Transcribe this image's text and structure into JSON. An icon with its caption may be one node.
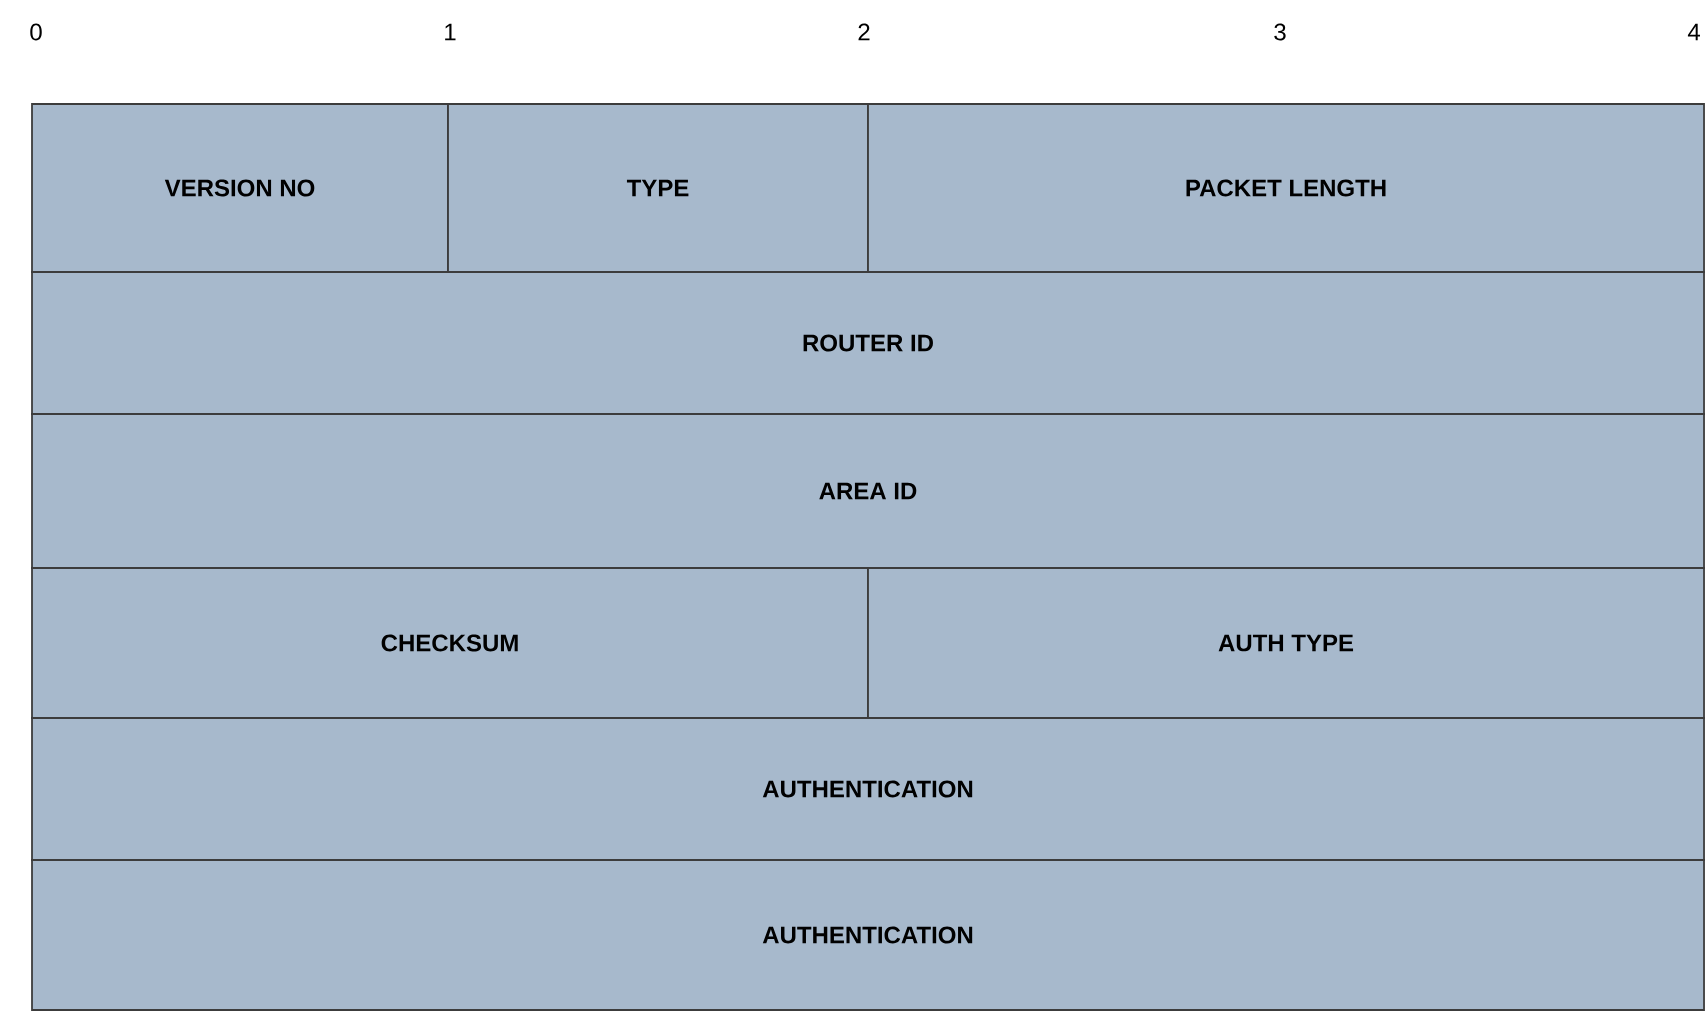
{
  "diagram": {
    "nodes": [
      {
        "text": [
          "VERSION NO"
        ]
      },
      {
        "text": [
          "TYPE"
        ]
      },
      {
        "text": [
          "PACKET LENGTH"
        ]
      },
      {
        "text": [
          "ROUTER ID"
        ]
      },
      {
        "text": [
          "AREA ID"
        ]
      },
      {
        "text": [
          "CHECKSUM"
        ]
      },
      {
        "text": [
          "AUTH TYPE"
        ]
      },
      {
        "text": [
          "AUTHENTICATION"
        ]
      },
      {
        "text": [
          "AUTHENTICATION"
        ]
      }
    ],
    "labels": [
      "0",
      "1",
      "2",
      "3",
      "4"
    ]
  }
}
